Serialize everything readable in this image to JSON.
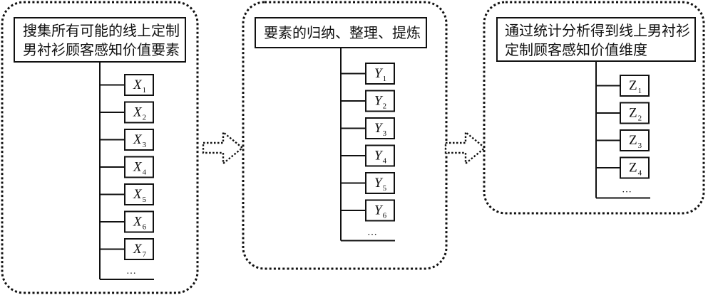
{
  "diagram": {
    "panels": [
      {
        "id": "collect",
        "title_lines": [
          "搜集所有可能的线上定制",
          "男衬衫顾客感知价值要素"
        ],
        "variable": "X",
        "italic": true,
        "items": [
          "1",
          "2",
          "3",
          "4",
          "5",
          "6",
          "7"
        ],
        "ellipsis": "…"
      },
      {
        "id": "organize",
        "title_lines": [
          "要素的归纳、整理、提炼"
        ],
        "variable": "Y",
        "italic": true,
        "items": [
          "1",
          "2",
          "3",
          "4",
          "5",
          "6"
        ],
        "ellipsis": "…"
      },
      {
        "id": "analyze",
        "title_lines": [
          "通过统计分析得到线上男衬衫",
          "定制顾客感知价值维度"
        ],
        "variable": "Z",
        "italic": false,
        "items": [
          "1",
          "2",
          "3",
          "4"
        ],
        "ellipsis": "…"
      }
    ],
    "arrows": [
      {
        "from": "collect",
        "to": "organize",
        "style": "dotted-outline"
      },
      {
        "from": "organize",
        "to": "analyze",
        "style": "dotted-outline"
      }
    ],
    "colors": {
      "stroke": "#111111",
      "background": "#ffffff"
    }
  }
}
